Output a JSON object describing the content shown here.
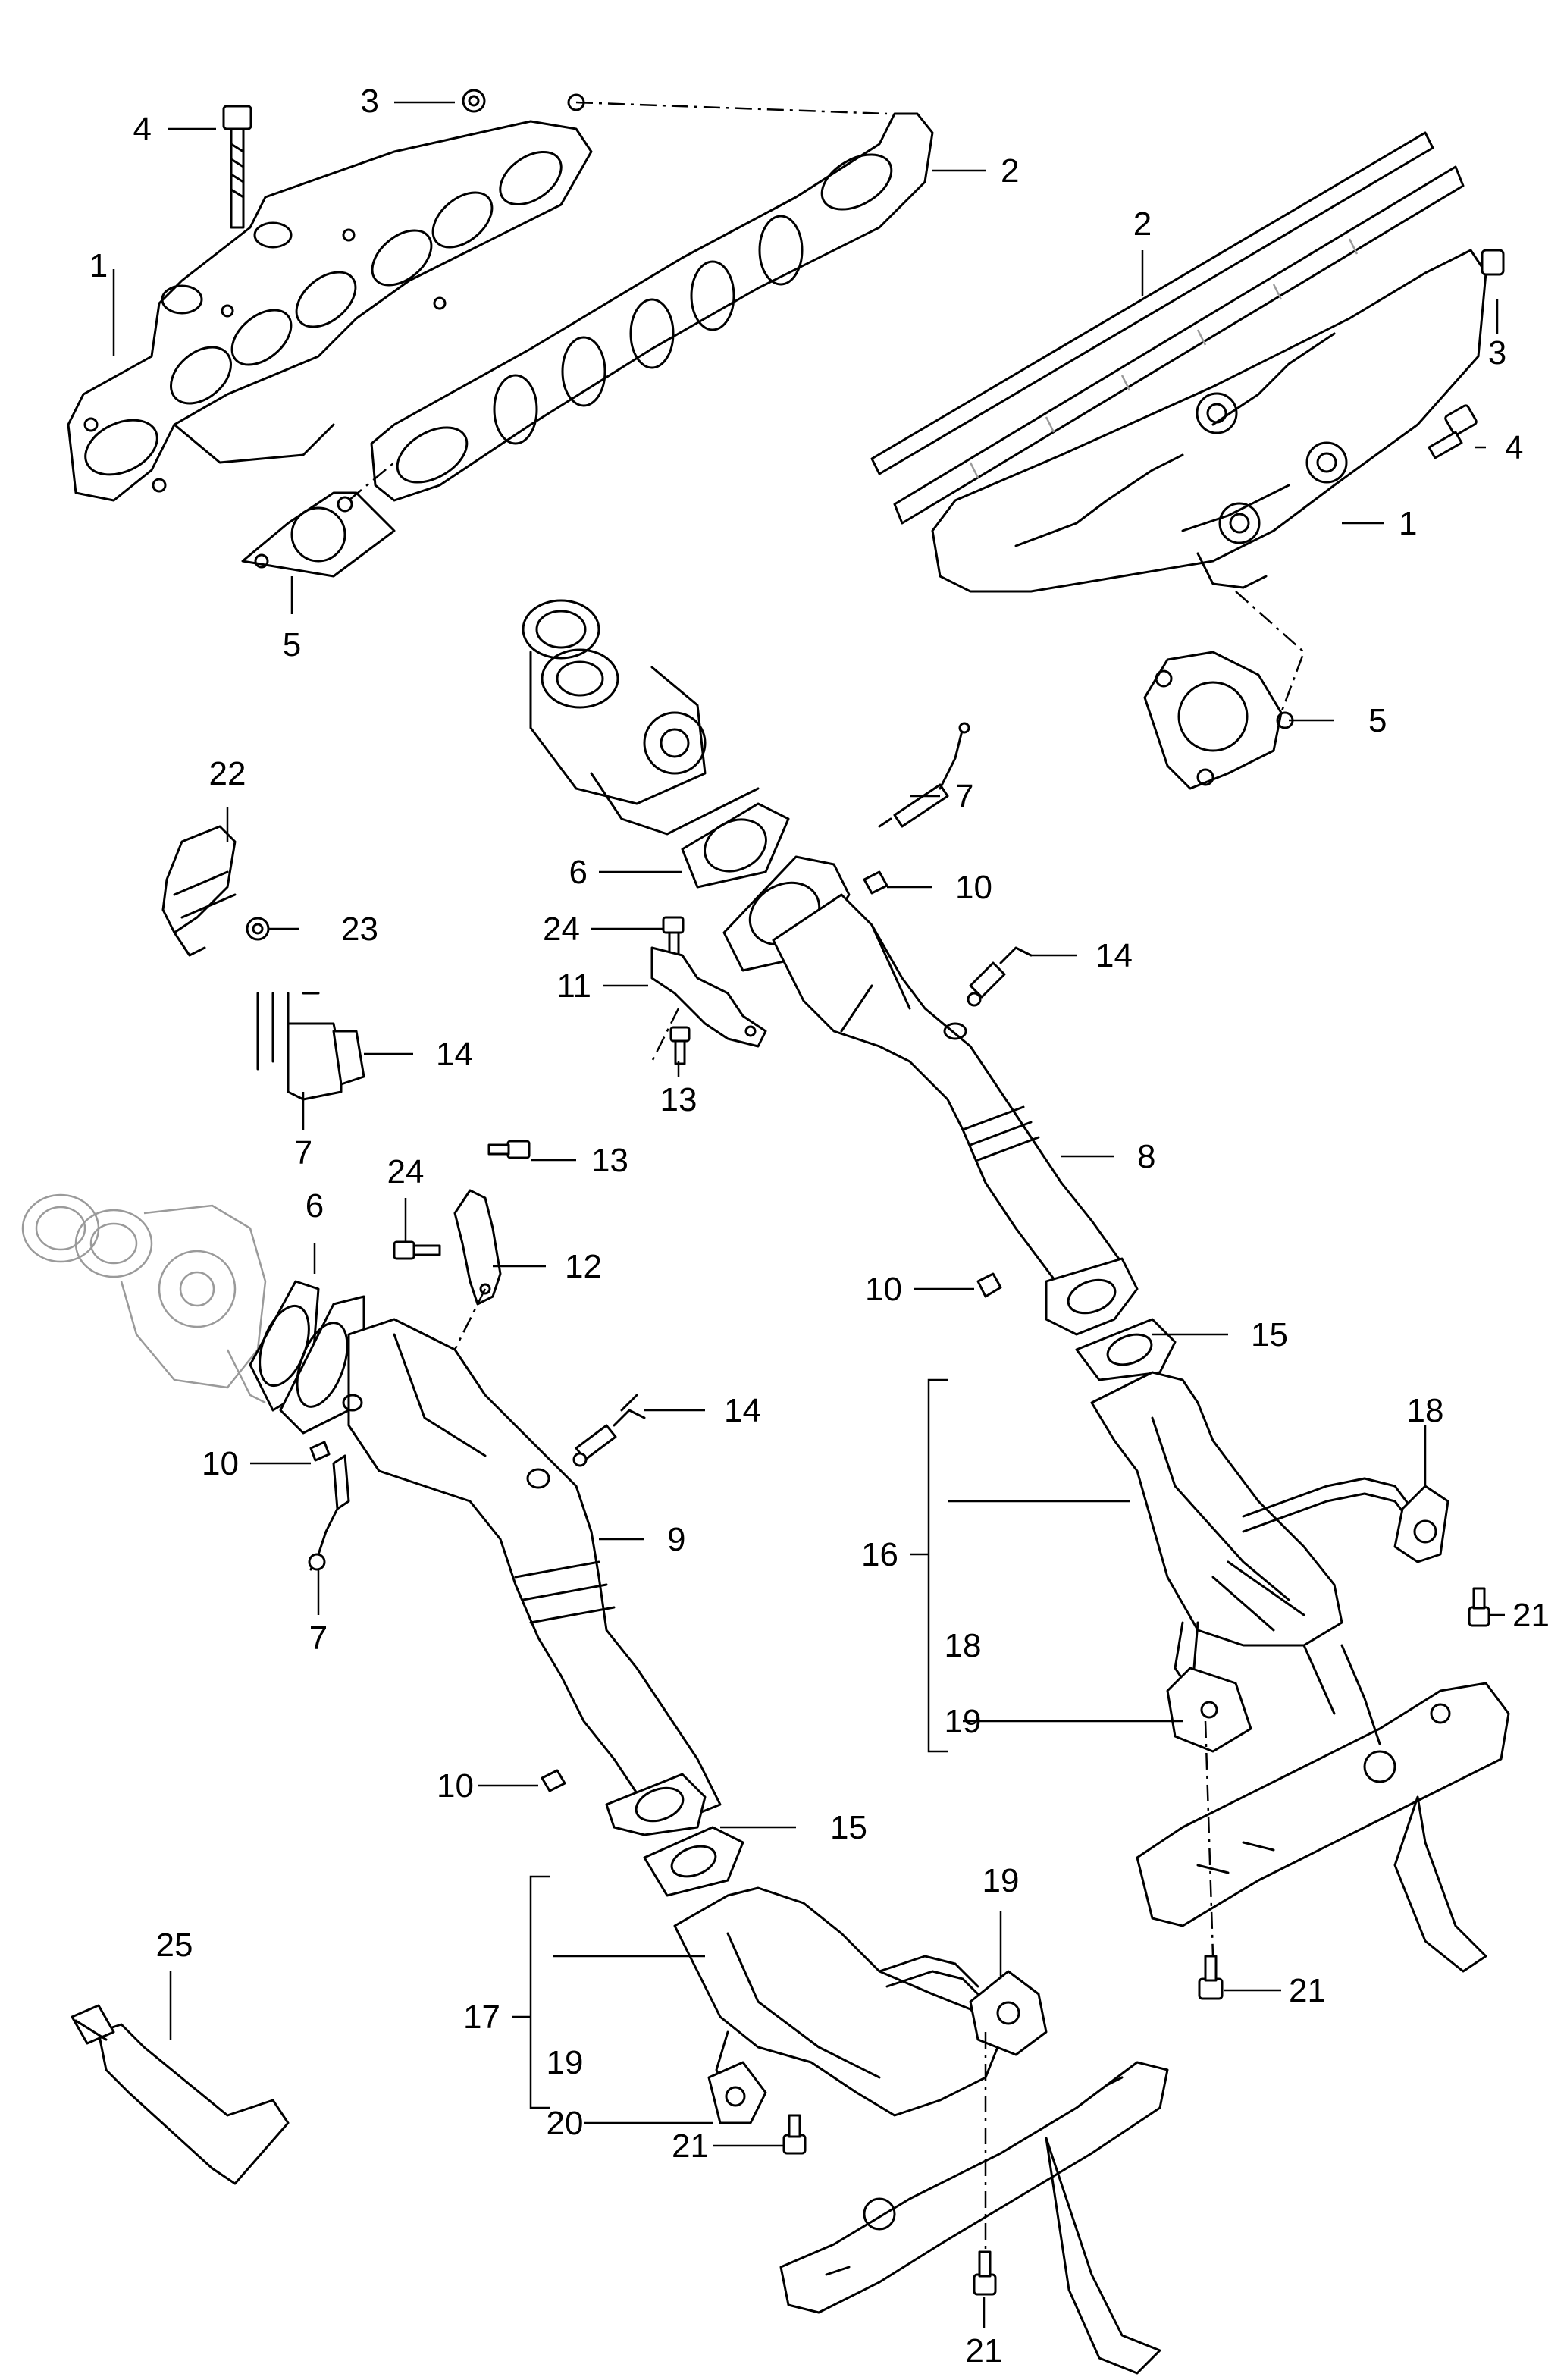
{
  "callouts": [
    {
      "id": "c1a",
      "label": "1"
    },
    {
      "id": "c2a",
      "label": "2"
    },
    {
      "id": "c3a",
      "label": "3"
    },
    {
      "id": "c4a",
      "label": "4"
    },
    {
      "id": "c5a",
      "label": "5"
    },
    {
      "id": "c2b",
      "label": "2"
    },
    {
      "id": "c3b",
      "label": "3"
    },
    {
      "id": "c4b",
      "label": "4"
    },
    {
      "id": "c1b",
      "label": "1"
    },
    {
      "id": "c5b",
      "label": "5"
    },
    {
      "id": "c22",
      "label": "22"
    },
    {
      "id": "c23",
      "label": "23"
    },
    {
      "id": "c14a",
      "label": "14"
    },
    {
      "id": "c7a",
      "label": "7"
    },
    {
      "id": "c6a",
      "label": "6"
    },
    {
      "id": "c7b",
      "label": "7"
    },
    {
      "id": "c10a",
      "label": "10"
    },
    {
      "id": "c24a",
      "label": "24"
    },
    {
      "id": "c11",
      "label": "11"
    },
    {
      "id": "c14b",
      "label": "14"
    },
    {
      "id": "c13a",
      "label": "13"
    },
    {
      "id": "c8",
      "label": "8"
    },
    {
      "id": "c13b",
      "label": "13"
    },
    {
      "id": "c24b",
      "label": "24"
    },
    {
      "id": "c12",
      "label": "12"
    },
    {
      "id": "c6b",
      "label": "6"
    },
    {
      "id": "c10b",
      "label": "10"
    },
    {
      "id": "c15a",
      "label": "15"
    },
    {
      "id": "c14c",
      "label": "14"
    },
    {
      "id": "c10c",
      "label": "10"
    },
    {
      "id": "c9",
      "label": "9"
    },
    {
      "id": "c7c",
      "label": "7"
    },
    {
      "id": "c18a",
      "label": "18"
    },
    {
      "id": "c16",
      "label": "16"
    },
    {
      "id": "c21a",
      "label": "21"
    },
    {
      "id": "c18b",
      "label": "18"
    },
    {
      "id": "c19a",
      "label": "19"
    },
    {
      "id": "c10d",
      "label": "10"
    },
    {
      "id": "c15b",
      "label": "15"
    },
    {
      "id": "c19b",
      "label": "19"
    },
    {
      "id": "c25",
      "label": "25"
    },
    {
      "id": "c21b",
      "label": "21"
    },
    {
      "id": "c17",
      "label": "17"
    },
    {
      "id": "c19c",
      "label": "19"
    },
    {
      "id": "c20",
      "label": "20"
    },
    {
      "id": "c21c",
      "label": "21"
    },
    {
      "id": "c21d",
      "label": "21"
    }
  ]
}
